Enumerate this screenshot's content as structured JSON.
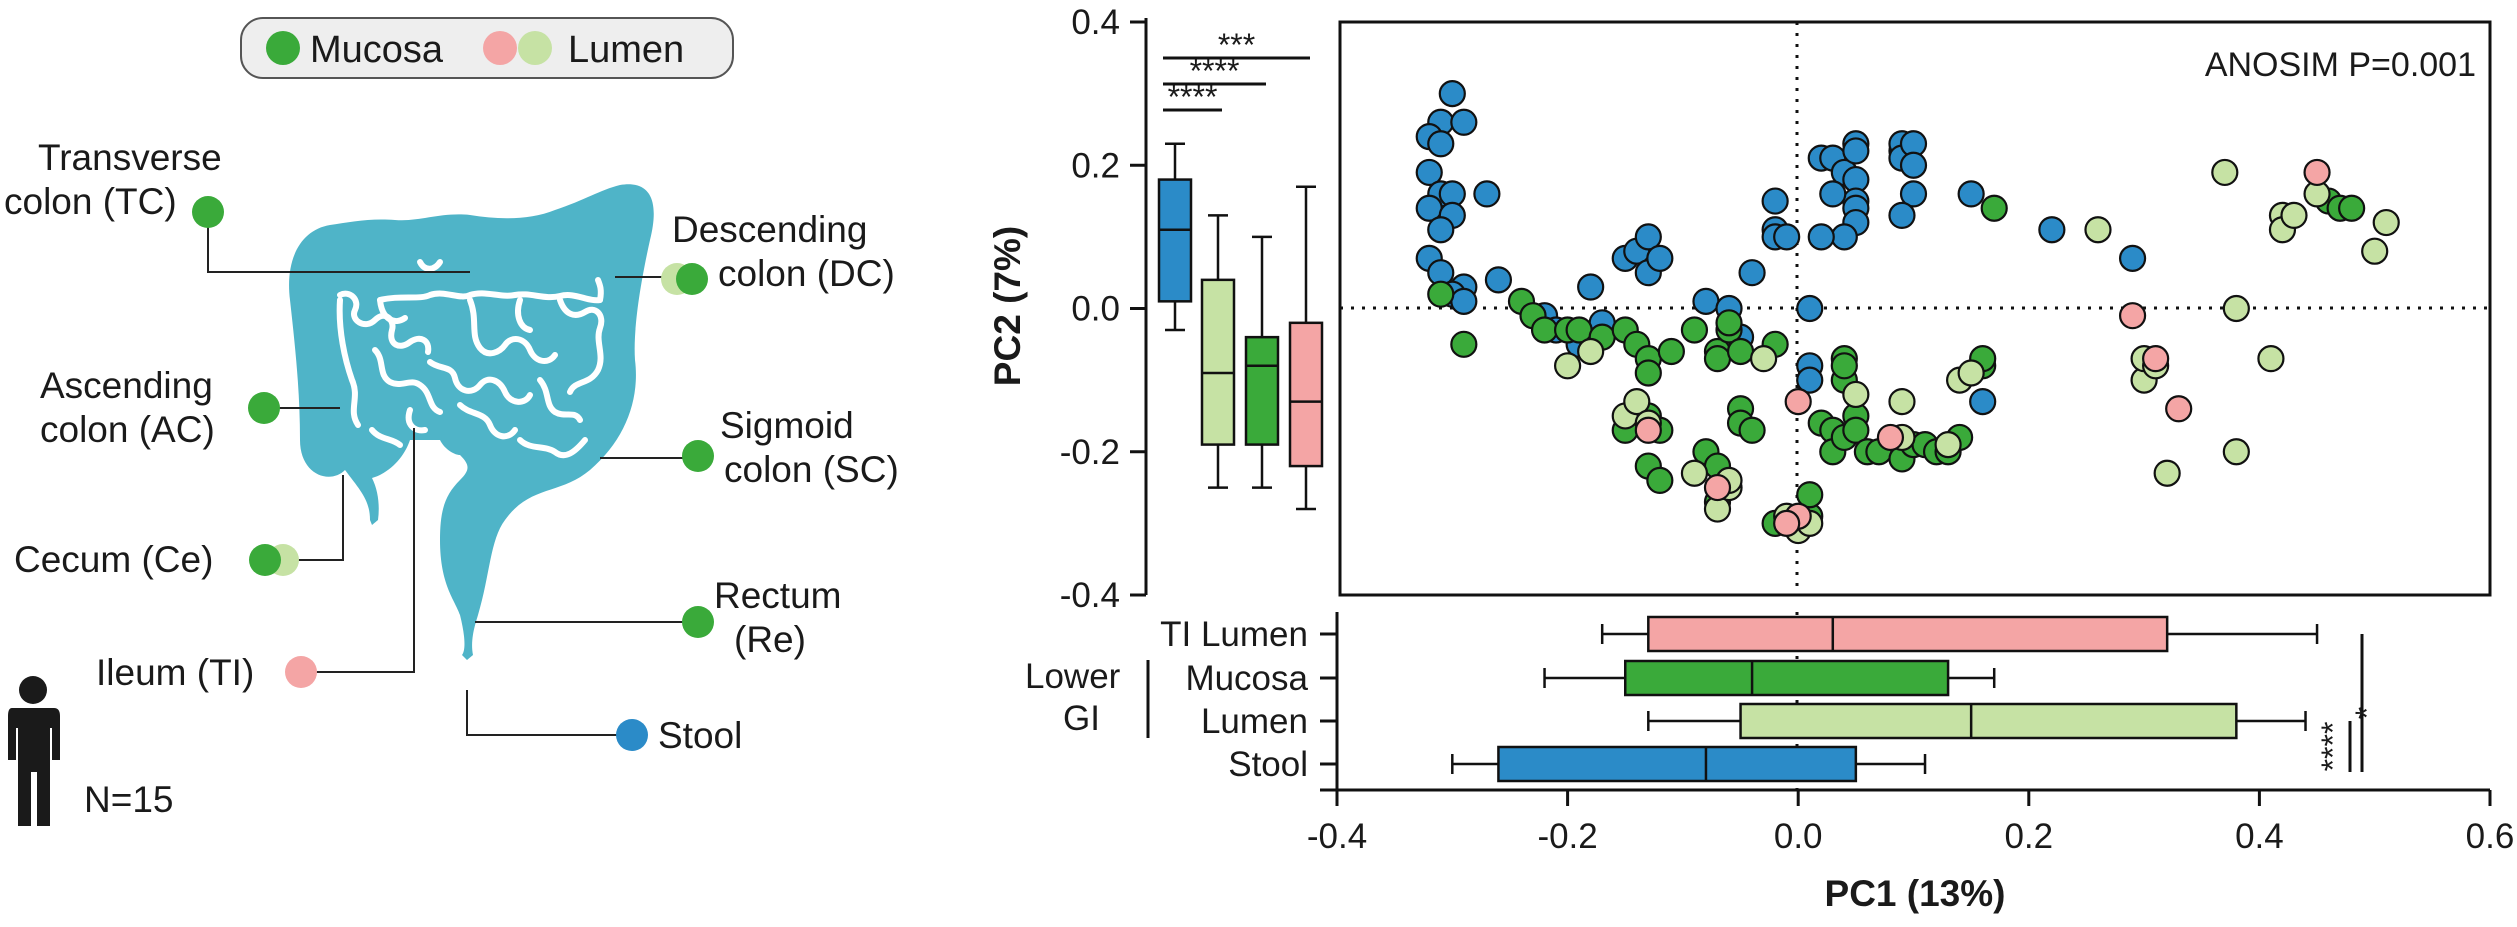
{
  "legend": {
    "mucosa_label": "Mucosa",
    "lumen_label": "Lumen"
  },
  "anatomy": {
    "labels": {
      "tc": [
        "Transverse",
        "colon (TC)"
      ],
      "dc": [
        "Descending",
        "colon (DC)"
      ],
      "ac": [
        "Ascending",
        "colon (AC)"
      ],
      "sc": [
        "Sigmoid",
        "colon (SC)"
      ],
      "ce": "Cecum (Ce)",
      "re": [
        "Rectum",
        "(Re)"
      ],
      "ti": "Ileum (TI)",
      "stool": "Stool"
    },
    "n_label": "N=15"
  },
  "colors": {
    "mucosa": "#3aaa3a",
    "lumen_light": "#c6e2a4",
    "ti_pink": "#f4a5a5",
    "stool_blue": "#2b8bc8",
    "intestine": "#4fb4c8",
    "legend_bg": "#eeeeee"
  },
  "chart_data": [
    {
      "type": "scatter",
      "title": "",
      "annotation": "ANOSIM P=0.001",
      "xlabel": "PC1 (13%)",
      "ylabel": "PC2 (7%)",
      "xlim": [
        -0.4,
        0.6
      ],
      "ylim": [
        -0.4,
        0.4
      ],
      "xticks": [
        "-0.4",
        "-0.2",
        "0.0",
        "0.2",
        "0.4",
        "0.6"
      ],
      "yticks": [
        "0.4",
        "0.2",
        "0.0",
        "-0.2",
        "-0.4"
      ],
      "reference_lines": {
        "x": 0,
        "y": 0
      },
      "series": [
        {
          "name": "Stool",
          "color": "#2b8bc8",
          "points": [
            [
              -0.3,
              0.3
            ],
            [
              -0.31,
              0.26
            ],
            [
              -0.29,
              0.26
            ],
            [
              -0.32,
              0.24
            ],
            [
              -0.31,
              0.23
            ],
            [
              -0.32,
              0.19
            ],
            [
              -0.31,
              0.16
            ],
            [
              -0.3,
              0.16
            ],
            [
              -0.32,
              0.14
            ],
            [
              -0.3,
              0.13
            ],
            [
              -0.31,
              0.11
            ],
            [
              -0.32,
              0.07
            ],
            [
              -0.31,
              0.05
            ],
            [
              -0.29,
              0.03
            ],
            [
              -0.3,
              0.02
            ],
            [
              -0.29,
              0.01
            ],
            [
              -0.27,
              0.16
            ],
            [
              -0.26,
              0.04
            ],
            [
              -0.22,
              -0.01
            ],
            [
              -0.21,
              -0.03
            ],
            [
              -0.19,
              -0.05
            ],
            [
              -0.18,
              0.03
            ],
            [
              -0.17,
              -0.02
            ],
            [
              -0.15,
              0.07
            ],
            [
              -0.14,
              0.08
            ],
            [
              -0.13,
              0.1
            ],
            [
              -0.13,
              0.05
            ],
            [
              -0.12,
              0.07
            ],
            [
              -0.08,
              0.01
            ],
            [
              -0.06,
              0.0
            ],
            [
              -0.05,
              -0.04
            ],
            [
              -0.04,
              0.05
            ],
            [
              -0.02,
              0.15
            ],
            [
              -0.02,
              0.11
            ],
            [
              -0.02,
              0.1
            ],
            [
              0.01,
              0.0
            ],
            [
              0.02,
              0.21
            ],
            [
              0.03,
              0.21
            ],
            [
              0.04,
              0.19
            ],
            [
              0.05,
              0.23
            ],
            [
              0.05,
              0.22
            ],
            [
              0.05,
              0.18
            ],
            [
              0.05,
              0.15
            ],
            [
              0.05,
              0.14
            ],
            [
              0.03,
              0.16
            ],
            [
              0.05,
              0.12
            ],
            [
              0.04,
              0.1
            ],
            [
              0.09,
              0.22
            ],
            [
              0.09,
              0.23
            ],
            [
              0.09,
              0.21
            ],
            [
              0.1,
              0.23
            ],
            [
              0.1,
              0.2
            ],
            [
              0.1,
              0.16
            ],
            [
              0.09,
              0.13
            ],
            [
              0.01,
              -0.08
            ],
            [
              0.01,
              -0.1
            ],
            [
              0.15,
              0.16
            ],
            [
              0.16,
              -0.13
            ],
            [
              0.22,
              0.11
            ],
            [
              0.29,
              0.07
            ],
            [
              0.02,
              0.1
            ],
            [
              -0.01,
              0.1
            ]
          ]
        },
        {
          "name": "Mucosa",
          "color": "#3aaa3a",
          "points": [
            [
              -0.31,
              0.02
            ],
            [
              -0.29,
              -0.05
            ],
            [
              -0.24,
              0.01
            ],
            [
              -0.23,
              -0.01
            ],
            [
              -0.22,
              -0.03
            ],
            [
              -0.2,
              -0.03
            ],
            [
              -0.19,
              -0.03
            ],
            [
              -0.17,
              -0.04
            ],
            [
              -0.15,
              -0.03
            ],
            [
              -0.14,
              -0.05
            ],
            [
              -0.13,
              -0.07
            ],
            [
              -0.13,
              -0.09
            ],
            [
              -0.14,
              -0.14
            ],
            [
              -0.15,
              -0.17
            ],
            [
              -0.13,
              -0.15
            ],
            [
              -0.12,
              -0.17
            ],
            [
              -0.11,
              -0.06
            ],
            [
              -0.09,
              -0.03
            ],
            [
              -0.07,
              -0.06
            ],
            [
              -0.07,
              -0.07
            ],
            [
              -0.06,
              -0.03
            ],
            [
              -0.05,
              -0.06
            ],
            [
              -0.05,
              -0.14
            ],
            [
              -0.05,
              -0.16
            ],
            [
              -0.04,
              -0.17
            ],
            [
              -0.08,
              -0.2
            ],
            [
              -0.07,
              -0.27
            ],
            [
              -0.13,
              -0.22
            ],
            [
              -0.12,
              -0.24
            ],
            [
              -0.07,
              -0.22
            ],
            [
              -0.02,
              -0.3
            ],
            [
              0.01,
              -0.29
            ],
            [
              0.01,
              -0.26
            ],
            [
              0.02,
              -0.16
            ],
            [
              0.03,
              -0.17
            ],
            [
              0.03,
              -0.2
            ],
            [
              0.04,
              -0.18
            ],
            [
              0.04,
              -0.07
            ],
            [
              0.04,
              -0.1
            ],
            [
              0.05,
              -0.15
            ],
            [
              0.05,
              -0.17
            ],
            [
              0.06,
              -0.2
            ],
            [
              0.07,
              -0.2
            ],
            [
              0.09,
              -0.21
            ],
            [
              0.1,
              -0.19
            ],
            [
              0.11,
              -0.19
            ],
            [
              0.12,
              -0.2
            ],
            [
              0.13,
              -0.2
            ],
            [
              0.14,
              -0.18
            ],
            [
              0.16,
              -0.08
            ],
            [
              0.16,
              -0.07
            ],
            [
              0.17,
              0.14
            ],
            [
              0.46,
              0.15
            ],
            [
              0.47,
              0.14
            ],
            [
              0.48,
              0.14
            ],
            [
              0.04,
              -0.08
            ],
            [
              -0.02,
              -0.05
            ],
            [
              -0.06,
              -0.02
            ]
          ]
        },
        {
          "name": "Lumen",
          "color": "#c6e2a4",
          "points": [
            [
              -0.2,
              -0.08
            ],
            [
              -0.18,
              -0.06
            ],
            [
              -0.15,
              -0.15
            ],
            [
              -0.14,
              -0.13
            ],
            [
              -0.13,
              -0.16
            ],
            [
              -0.09,
              -0.23
            ],
            [
              -0.07,
              -0.28
            ],
            [
              -0.06,
              -0.25
            ],
            [
              -0.06,
              -0.24
            ],
            [
              -0.01,
              -0.29
            ],
            [
              0.0,
              -0.31
            ],
            [
              0.01,
              -0.3
            ],
            [
              0.05,
              -0.12
            ],
            [
              0.09,
              -0.13
            ],
            [
              0.09,
              -0.18
            ],
            [
              0.13,
              -0.19
            ],
            [
              0.14,
              -0.1
            ],
            [
              0.15,
              -0.09
            ],
            [
              0.26,
              0.11
            ],
            [
              0.3,
              -0.1
            ],
            [
              0.3,
              -0.07
            ],
            [
              0.31,
              -0.08
            ],
            [
              0.32,
              -0.23
            ],
            [
              0.37,
              0.19
            ],
            [
              0.38,
              0.0
            ],
            [
              0.38,
              -0.2
            ],
            [
              0.41,
              -0.07
            ],
            [
              0.42,
              0.13
            ],
            [
              0.42,
              0.11
            ],
            [
              0.43,
              0.13
            ],
            [
              0.45,
              0.16
            ],
            [
              0.5,
              0.08
            ],
            [
              0.51,
              0.12
            ],
            [
              -0.03,
              -0.07
            ]
          ]
        },
        {
          "name": "TI Lumen",
          "color": "#f4a5a5",
          "points": [
            [
              -0.13,
              -0.17
            ],
            [
              -0.07,
              -0.25
            ],
            [
              0.0,
              -0.13
            ],
            [
              0.0,
              -0.29
            ],
            [
              -0.01,
              -0.3
            ],
            [
              0.29,
              -0.01
            ],
            [
              0.31,
              -0.07
            ],
            [
              0.33,
              -0.14
            ],
            [
              0.45,
              0.19
            ],
            [
              0.08,
              -0.18
            ]
          ]
        }
      ]
    },
    {
      "type": "boxplot",
      "orientation": "vertical",
      "ylabel": "PC2 (7%)",
      "ylim": [
        -0.4,
        0.4
      ],
      "boxes": [
        {
          "name": "Stool",
          "color": "#2b8bc8",
          "min": -0.03,
          "q1": 0.01,
          "median": 0.11,
          "q3": 0.18,
          "max": 0.23
        },
        {
          "name": "Lumen",
          "color": "#c6e2a4",
          "min": -0.25,
          "q1": -0.19,
          "median": -0.09,
          "q3": 0.04,
          "max": 0.13
        },
        {
          "name": "Mucosa",
          "color": "#3aaa3a",
          "min": -0.25,
          "q1": -0.19,
          "median": -0.08,
          "q3": -0.04,
          "max": 0.1
        },
        {
          "name": "TI Lumen",
          "color": "#f4a5a5",
          "min": -0.28,
          "q1": -0.22,
          "median": -0.13,
          "q3": -0.02,
          "max": 0.17
        }
      ],
      "significance": [
        {
          "from": "Stool",
          "to": "Lumen",
          "label": "****"
        },
        {
          "from": "Stool",
          "to": "Mucosa",
          "label": "****"
        },
        {
          "from": "Stool",
          "to": "TI Lumen",
          "label": "***"
        }
      ]
    },
    {
      "type": "boxplot",
      "orientation": "horizontal",
      "xlabel": "PC1 (13%)",
      "xlim": [
        -0.4,
        0.6
      ],
      "group_label": [
        "Lower",
        "GI"
      ],
      "boxes": [
        {
          "name": "TI Lumen",
          "color": "#f4a5a5",
          "min": -0.17,
          "q1": -0.13,
          "median": 0.03,
          "q3": 0.32,
          "max": 0.45
        },
        {
          "name": "Mucosa",
          "color": "#3aaa3a",
          "min": -0.22,
          "q1": -0.15,
          "median": -0.04,
          "q3": 0.13,
          "max": 0.17
        },
        {
          "name": "Lumen",
          "color": "#c6e2a4",
          "min": -0.13,
          "q1": -0.05,
          "median": 0.15,
          "q3": 0.38,
          "max": 0.44
        },
        {
          "name": "Stool",
          "color": "#2b8bc8",
          "min": -0.3,
          "q1": -0.26,
          "median": -0.08,
          "q3": 0.05,
          "max": 0.11
        }
      ],
      "significance": [
        {
          "from": "Stool",
          "to": "Lumen",
          "label": "****"
        },
        {
          "from": "Stool",
          "to": "TI Lumen",
          "label": "*"
        }
      ]
    }
  ]
}
